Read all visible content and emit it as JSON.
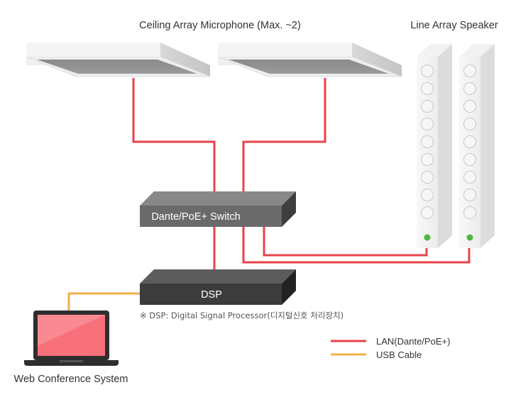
{
  "labels": {
    "ceiling_mic": "Ceiling Array Microphone (Max. ~2)",
    "line_speaker": "Line Array Speaker",
    "switch": "Dante/PoE+ Switch",
    "dsp": "DSP",
    "dsp_note": "※ DSP: Digital Signal Processor(디지털신호 처리장치)",
    "laptop": "Web Conference System"
  },
  "legend": {
    "items": [
      {
        "label": "LAN(Dante/PoE+)",
        "color": "#e8424a"
      },
      {
        "label": "USB Cable",
        "color": "#f0b04a"
      }
    ]
  },
  "colors": {
    "lan": "#e8424a",
    "usb": "#f0b04a",
    "status_led": "#4cba3c",
    "laptop_screen": "#f8707a"
  },
  "counts": {
    "microphones": 2,
    "speakers": 2,
    "speaker_drivers": 9
  }
}
